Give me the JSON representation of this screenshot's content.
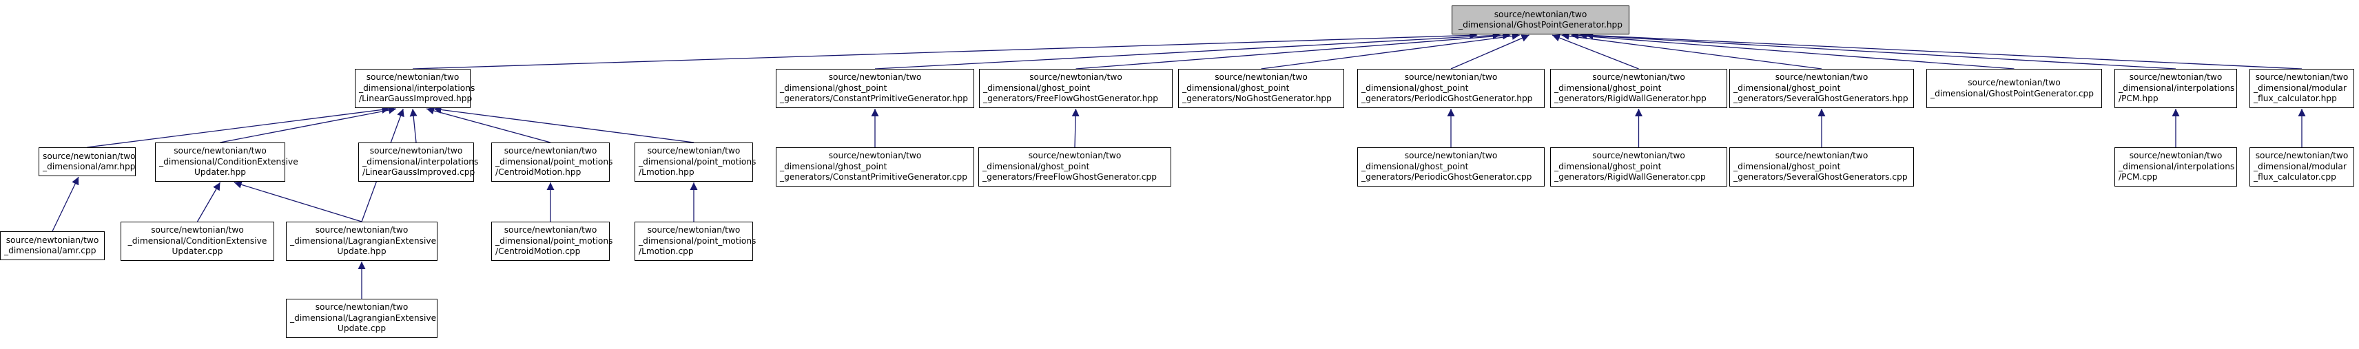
{
  "graph": {
    "edge_color": "#191970",
    "nodes": [
      {
        "id": "gpg_hpp",
        "main": true,
        "lines": [
          "source/newtonian/two",
          "_dimensional/GhostPointGenerator.hpp"
        ]
      },
      {
        "id": "lgi_hpp",
        "lines": [
          "source/newtonian/two",
          "_dimensional/interpolations",
          "/LinearGaussImproved.hpp"
        ]
      },
      {
        "id": "cpg_hpp",
        "lines": [
          "source/newtonian/two",
          "_dimensional/ghost_point",
          "_generators/ConstantPrimitiveGenerator.hpp"
        ]
      },
      {
        "id": "ffg_hpp",
        "lines": [
          "source/newtonian/two",
          "_dimensional/ghost_point",
          "_generators/FreeFlowGhostGenerator.hpp"
        ]
      },
      {
        "id": "nog_hpp",
        "lines": [
          "source/newtonian/two",
          "_dimensional/ghost_point",
          "_generators/NoGhostGenerator.hpp"
        ]
      },
      {
        "id": "pgg_hpp",
        "lines": [
          "source/newtonian/two",
          "_dimensional/ghost_point",
          "_generators/PeriodicGhostGenerator.hpp"
        ]
      },
      {
        "id": "rwg_hpp",
        "lines": [
          "source/newtonian/two",
          "_dimensional/ghost_point",
          "_generators/RigidWallGenerator.hpp"
        ]
      },
      {
        "id": "sgg_hpp",
        "lines": [
          "source/newtonian/two",
          "_dimensional/ghost_point",
          "_generators/SeveralGhostGenerators.hpp"
        ]
      },
      {
        "id": "gpg_cpp",
        "lines": [
          "source/newtonian/two",
          "_dimensional/GhostPointGenerator.cpp"
        ]
      },
      {
        "id": "pcm_hpp",
        "lines": [
          "source/newtonian/two",
          "_dimensional/interpolations",
          "/PCM.hpp"
        ]
      },
      {
        "id": "mfc_hpp",
        "lines": [
          "source/newtonian/two",
          "_dimensional/modular",
          "_flux_calculator.hpp"
        ]
      },
      {
        "id": "amr_hpp",
        "lines": [
          "source/newtonian/two",
          "_dimensional/amr.hpp"
        ]
      },
      {
        "id": "ceu_hpp",
        "lines": [
          "source/newtonian/two",
          "_dimensional/ConditionExtensive",
          "Updater.hpp"
        ]
      },
      {
        "id": "lgi_cpp",
        "lines": [
          "source/newtonian/two",
          "_dimensional/interpolations",
          "/LinearGaussImproved.cpp"
        ]
      },
      {
        "id": "cm_hpp",
        "lines": [
          "source/newtonian/two",
          "_dimensional/point_motions",
          "/CentroidMotion.hpp"
        ]
      },
      {
        "id": "lm_hpp",
        "lines": [
          "source/newtonian/two",
          "_dimensional/point_motions",
          "/Lmotion.hpp"
        ]
      },
      {
        "id": "cpg_cpp",
        "lines": [
          "source/newtonian/two",
          "_dimensional/ghost_point",
          "_generators/ConstantPrimitiveGenerator.cpp"
        ]
      },
      {
        "id": "ffg_cpp",
        "lines": [
          "source/newtonian/two",
          "_dimensional/ghost_point",
          "_generators/FreeFlowGhostGenerator.cpp"
        ]
      },
      {
        "id": "pgg_cpp",
        "lines": [
          "source/newtonian/two",
          "_dimensional/ghost_point",
          "_generators/PeriodicGhostGenerator.cpp"
        ]
      },
      {
        "id": "rwg_cpp",
        "lines": [
          "source/newtonian/two",
          "_dimensional/ghost_point",
          "_generators/RigidWallGenerator.cpp"
        ]
      },
      {
        "id": "sgg_cpp",
        "lines": [
          "source/newtonian/two",
          "_dimensional/ghost_point",
          "_generators/SeveralGhostGenerators.cpp"
        ]
      },
      {
        "id": "pcm_cpp",
        "lines": [
          "source/newtonian/two",
          "_dimensional/interpolations",
          "/PCM.cpp"
        ]
      },
      {
        "id": "mfc_cpp",
        "lines": [
          "source/newtonian/two",
          "_dimensional/modular",
          "_flux_calculator.cpp"
        ]
      },
      {
        "id": "amr_cpp",
        "lines": [
          "source/newtonian/two",
          "_dimensional/amr.cpp"
        ]
      },
      {
        "id": "ceu_cpp",
        "lines": [
          "source/newtonian/two",
          "_dimensional/ConditionExtensive",
          "Updater.cpp"
        ]
      },
      {
        "id": "leu_hpp",
        "lines": [
          "source/newtonian/two",
          "_dimensional/LagrangianExtensive",
          "Update.hpp"
        ]
      },
      {
        "id": "cm_cpp",
        "lines": [
          "source/newtonian/two",
          "_dimensional/point_motions",
          "/CentroidMotion.cpp"
        ]
      },
      {
        "id": "lm_cpp",
        "lines": [
          "source/newtonian/two",
          "_dimensional/point_motions",
          "/Lmotion.cpp"
        ]
      },
      {
        "id": "leu_cpp",
        "lines": [
          "source/newtonian/two",
          "_dimensional/LagrangianExtensive",
          "Update.cpp"
        ]
      }
    ],
    "edges": [
      [
        "lgi_hpp",
        "gpg_hpp"
      ],
      [
        "cpg_hpp",
        "gpg_hpp"
      ],
      [
        "ffg_hpp",
        "gpg_hpp"
      ],
      [
        "nog_hpp",
        "gpg_hpp"
      ],
      [
        "pgg_hpp",
        "gpg_hpp"
      ],
      [
        "rwg_hpp",
        "gpg_hpp"
      ],
      [
        "sgg_hpp",
        "gpg_hpp"
      ],
      [
        "gpg_cpp",
        "gpg_hpp"
      ],
      [
        "pcm_hpp",
        "gpg_hpp"
      ],
      [
        "mfc_hpp",
        "gpg_hpp"
      ],
      [
        "amr_hpp",
        "lgi_hpp"
      ],
      [
        "ceu_hpp",
        "lgi_hpp"
      ],
      [
        "lgi_cpp",
        "lgi_hpp"
      ],
      [
        "cm_hpp",
        "lgi_hpp"
      ],
      [
        "lm_hpp",
        "lgi_hpp"
      ],
      [
        "leu_hpp",
        "lgi_hpp"
      ],
      [
        "cpg_cpp",
        "cpg_hpp"
      ],
      [
        "ffg_cpp",
        "ffg_hpp"
      ],
      [
        "pgg_cpp",
        "pgg_hpp"
      ],
      [
        "rwg_cpp",
        "rwg_hpp"
      ],
      [
        "sgg_cpp",
        "sgg_hpp"
      ],
      [
        "pcm_cpp",
        "pcm_hpp"
      ],
      [
        "mfc_cpp",
        "mfc_hpp"
      ],
      [
        "amr_cpp",
        "amr_hpp"
      ],
      [
        "ceu_cpp",
        "ceu_hpp"
      ],
      [
        "leu_hpp",
        "ceu_hpp"
      ],
      [
        "cm_cpp",
        "cm_hpp"
      ],
      [
        "lm_cpp",
        "lm_hpp"
      ],
      [
        "leu_cpp",
        "leu_hpp"
      ]
    ]
  }
}
